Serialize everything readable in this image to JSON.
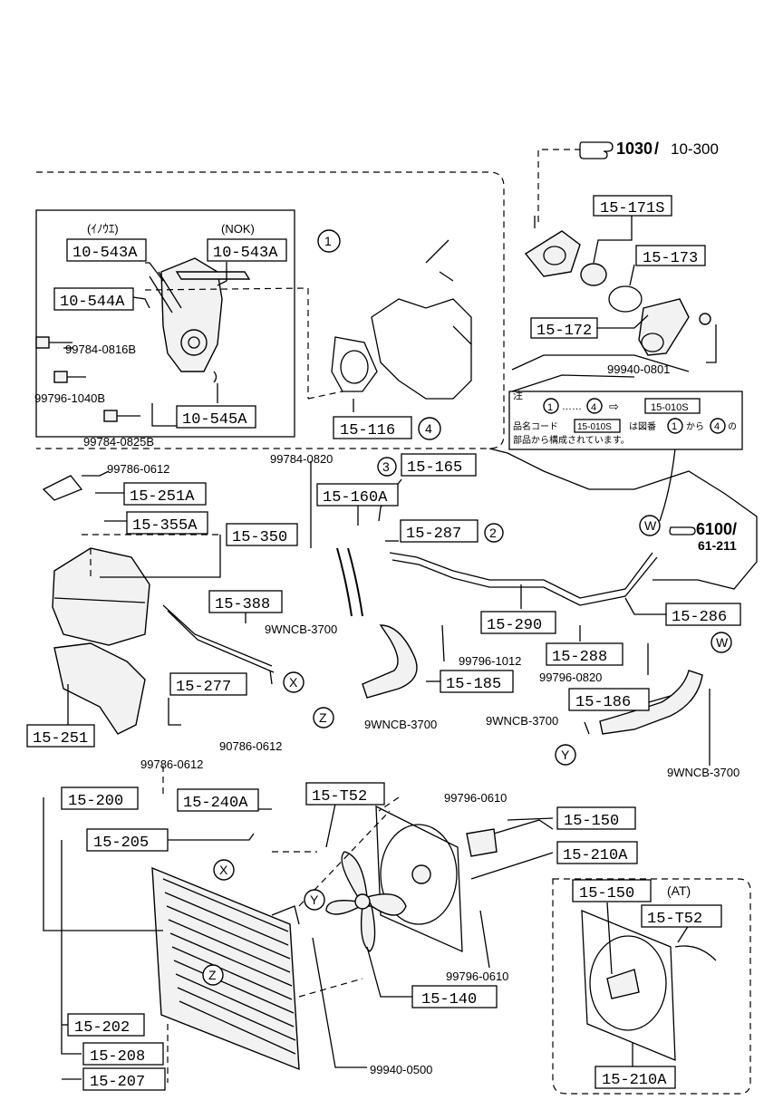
{
  "header": {
    "ref_main": "1030",
    "ref_sub": "10-300",
    "ref2_main": "6100/",
    "ref2_sub": "61-211"
  },
  "parts": [
    {
      "id": "p1",
      "code": "15-171S"
    },
    {
      "id": "p2",
      "code": "15-173"
    },
    {
      "id": "p3",
      "code": "15-172"
    },
    {
      "id": "p4",
      "code": "10-543A"
    },
    {
      "id": "p5",
      "code": "10-543A"
    },
    {
      "id": "p6",
      "code": "10-544A"
    },
    {
      "id": "p7",
      "code": "10-545A"
    },
    {
      "id": "p8",
      "code": "15-116"
    },
    {
      "id": "p9",
      "code": "15-165"
    },
    {
      "id": "p10",
      "code": "15-160A"
    },
    {
      "id": "p11",
      "code": "15-287"
    },
    {
      "id": "p12",
      "code": "15-251A"
    },
    {
      "id": "p13",
      "code": "15-355A"
    },
    {
      "id": "p14",
      "code": "15-350"
    },
    {
      "id": "p15",
      "code": "15-388"
    },
    {
      "id": "p16",
      "code": "15-277"
    },
    {
      "id": "p17",
      "code": "15-251"
    },
    {
      "id": "p18",
      "code": "15-290"
    },
    {
      "id": "p19",
      "code": "15-286"
    },
    {
      "id": "p20",
      "code": "15-288"
    },
    {
      "id": "p21",
      "code": "15-185"
    },
    {
      "id": "p22",
      "code": "15-186"
    },
    {
      "id": "p23",
      "code": "15-200"
    },
    {
      "id": "p24",
      "code": "15-240A"
    },
    {
      "id": "p25",
      "code": "15-T52"
    },
    {
      "id": "p26",
      "code": "15-205"
    },
    {
      "id": "p27",
      "code": "15-150"
    },
    {
      "id": "p28",
      "code": "15-210A"
    },
    {
      "id": "p29",
      "code": "15-150"
    },
    {
      "id": "p30",
      "code": "15-T52"
    },
    {
      "id": "p31",
      "code": "15-140"
    },
    {
      "id": "p32",
      "code": "15-202"
    },
    {
      "id": "p33",
      "code": "15-208"
    },
    {
      "id": "p34",
      "code": "15-207"
    },
    {
      "id": "p35",
      "code": "15-210A"
    }
  ],
  "labels": [
    {
      "id": "l1",
      "text": "99940-0801"
    },
    {
      "id": "l2",
      "text": "99784-0816B"
    },
    {
      "id": "l3",
      "text": "99796-1040B"
    },
    {
      "id": "l4",
      "text": "99784-0825B"
    },
    {
      "id": "l5",
      "text": "99784-0820"
    },
    {
      "id": "l6",
      "text": "99786-0612"
    },
    {
      "id": "l7",
      "text": "9WNCB-3700"
    },
    {
      "id": "l8",
      "text": "99796-1012"
    },
    {
      "id": "l9",
      "text": "99796-0820"
    },
    {
      "id": "l10",
      "text": "9WNCB-3700"
    },
    {
      "id": "l11",
      "text": "9WNCB-3700"
    },
    {
      "id": "l12",
      "text": "9WNCB-3700"
    },
    {
      "id": "l13",
      "text": "99786-0612"
    },
    {
      "id": "l14",
      "text": "90786-0612"
    },
    {
      "id": "l15",
      "text": "99796-0610"
    },
    {
      "id": "l16",
      "text": "99796-0610"
    },
    {
      "id": "l17",
      "text": "99940-0500"
    }
  ],
  "variants": {
    "ikoi": "(ｲﾉｳｴ)",
    "nok": "(NOK)",
    "at": "(AT)"
  },
  "callouts": [
    {
      "id": "c1",
      "text": "1"
    },
    {
      "id": "c4",
      "text": "4"
    },
    {
      "id": "c3",
      "text": "3"
    },
    {
      "id": "c2",
      "text": "2"
    },
    {
      "id": "cw1",
      "text": "W"
    },
    {
      "id": "cw2",
      "text": "W"
    },
    {
      "id": "cx1",
      "text": "X"
    },
    {
      "id": "cx2",
      "text": "X"
    },
    {
      "id": "cy1",
      "text": "Y"
    },
    {
      "id": "cy2",
      "text": "Y"
    },
    {
      "id": "cz1",
      "text": "Z"
    },
    {
      "id": "cz2",
      "text": "Z"
    }
  ],
  "note": {
    "prefix": "注",
    "range_from": "1",
    "range_sep": "……",
    "range_to": "4",
    "arrow": "⇨",
    "kit_code": "15-010S",
    "line2_a": "品名コード",
    "line2_code": "15-010S",
    "line2_b": "は図番",
    "line2_c": "から",
    "line2_d": "の",
    "line3": "部品から構成されています。"
  }
}
